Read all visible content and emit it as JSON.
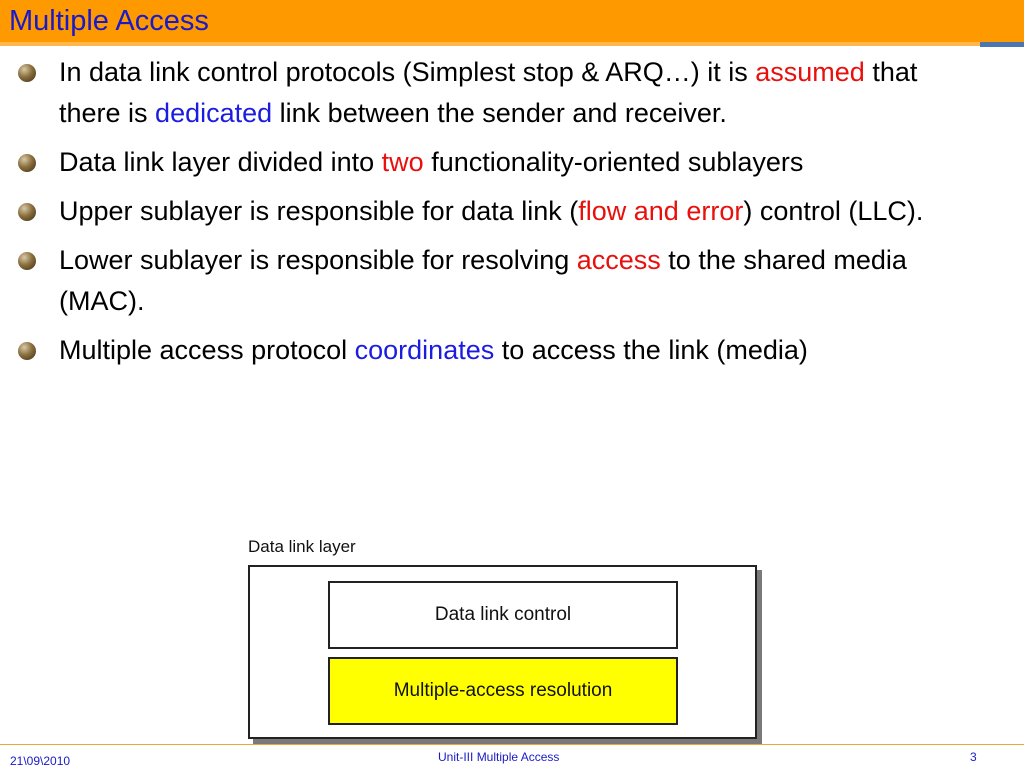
{
  "slide": {
    "title": "Multiple Access",
    "colors": {
      "title_bar": "#ff9900",
      "title_text": "#1a1ac8",
      "highlight_red": "#e8100c",
      "highlight_blue": "#1c1ce0",
      "yellow_box": "#ffff00"
    }
  },
  "bullets": [
    {
      "part1": "In data link control protocols (Simplest stop & ARQ…) it is ",
      "hl1": "assumed",
      "part2": " that there is ",
      "hl2": "dedicated",
      "part3": " link between the sender and receiver."
    },
    {
      "part1": "Data link layer divided into ",
      "hl1": "two",
      "part2": " functionality-oriented sublayers"
    },
    {
      "part1": "Upper sublayer is responsible for data link (",
      "hl1": "flow and error",
      "part2": ") control (LLC)."
    },
    {
      "part1": "Lower sublayer is responsible for resolving ",
      "hl1": "access",
      "part2": " to the shared media (MAC)."
    },
    {
      "part1": "Multiple access protocol ",
      "hl1": "coordinates",
      "part2": " to access the link (media)"
    }
  ],
  "diagram": {
    "caption": "Data link layer",
    "upper_box": "Data link control",
    "lower_box": "Multiple-access resolution"
  },
  "footer": {
    "date": "21\\09\\2010",
    "unit": "Unit-III",
    "topic": "Multiple Access",
    "page": "3"
  }
}
